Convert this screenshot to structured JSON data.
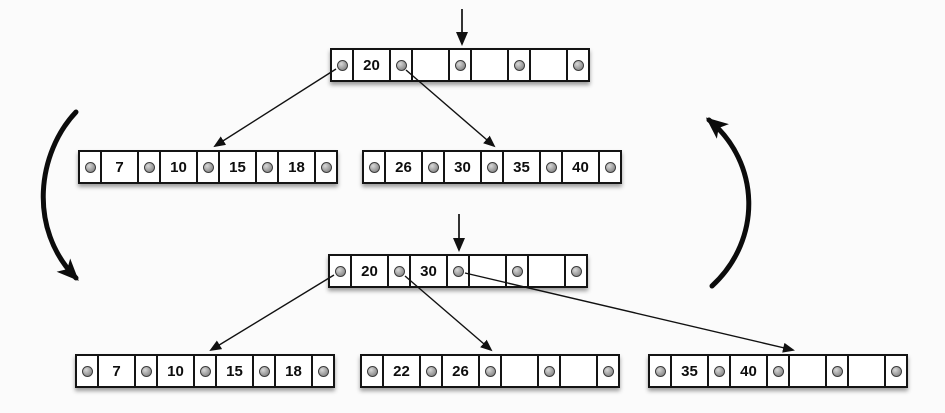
{
  "canvas": {
    "background": "#fbfbfb"
  },
  "diagram": {
    "type": "btree-insert-split",
    "colors": {
      "node_fill": "#ffffff",
      "node_border": "#141414",
      "pointer_dot": "#9a9a9a",
      "arrow": "#111111"
    },
    "icons": {
      "pointer_dot": "filled-circle"
    },
    "before": {
      "root": {
        "keys": [
          "20",
          "",
          "",
          ""
        ]
      },
      "children": [
        {
          "keys": [
            "7",
            "10",
            "15",
            "18"
          ]
        },
        {
          "keys": [
            "26",
            "30",
            "35",
            "40"
          ]
        }
      ]
    },
    "after": {
      "root": {
        "keys": [
          "20",
          "30",
          "",
          ""
        ]
      },
      "children": [
        {
          "keys": [
            "7",
            "10",
            "15",
            "18"
          ]
        },
        {
          "keys": [
            "22",
            "26",
            "",
            ""
          ]
        },
        {
          "keys": [
            "35",
            "40",
            "",
            ""
          ]
        }
      ]
    },
    "edges": {
      "before": [
        "root.pointer0 -> left-child",
        "root.pointer1 -> right-child"
      ],
      "after": [
        "root.pointer0 -> left-child",
        "root.pointer1 -> middle-child",
        "root.pointer2 -> right-child"
      ],
      "insert_arrows": [
        "into before-root third pointer slot",
        "into after-root third pointer slot"
      ],
      "cycle_arrows": [
        "left side curving downward",
        "right side curving upward"
      ]
    }
  }
}
